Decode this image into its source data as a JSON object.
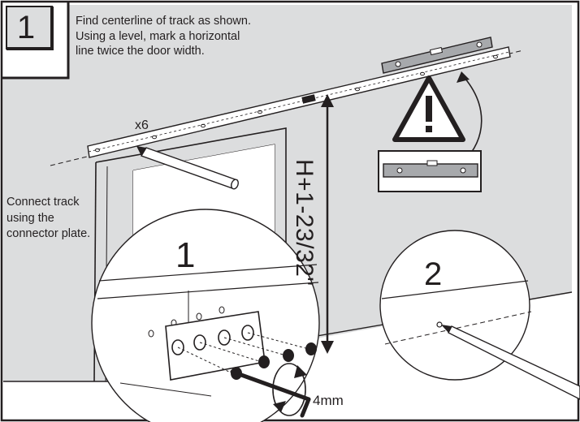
{
  "step": {
    "number": "1"
  },
  "instructions": [
    "Find centerline of track as shown.",
    "Using a level, mark a horizontal",
    "line twice the door width."
  ],
  "side_note": [
    "Connect track",
    "using the",
    "connector plate."
  ],
  "quantity_label": "x6",
  "measurement": "H+1-23/32\"",
  "detail_labels": {
    "first": "1",
    "second": "2"
  },
  "wrench_size": "4mm",
  "colors": {
    "wall": "#dcddde",
    "line": "#231f20",
    "white": "#ffffff"
  }
}
